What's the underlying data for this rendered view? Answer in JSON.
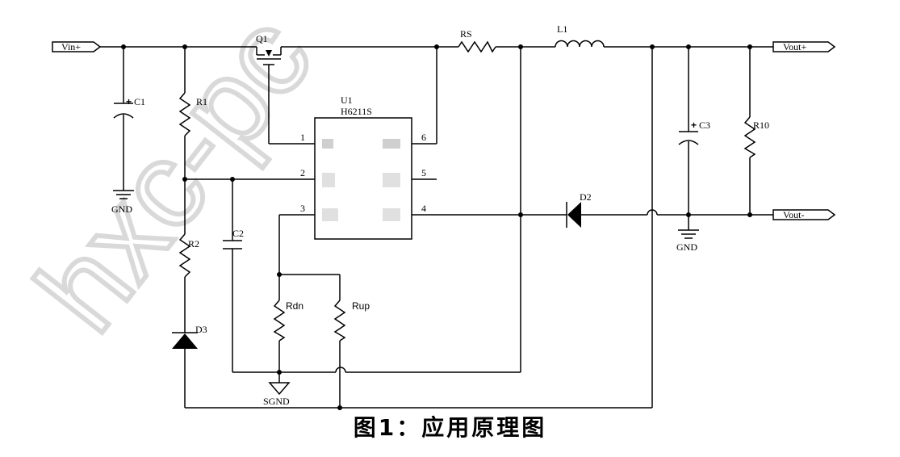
{
  "watermark": "hxc-pc",
  "caption": "图1：应用原理图",
  "ports": {
    "vin_plus": "Vin+",
    "vout_plus": "Vout+",
    "vout_minus": "Vout-"
  },
  "components": {
    "q1": "Q1",
    "rs": "RS",
    "l1": "L1",
    "c1": "C1",
    "r1": "R1",
    "u1": "U1",
    "u1_part": "H6211S",
    "c3": "C3",
    "r10": "R10",
    "d2": "D2",
    "r2": "R2",
    "c2": "C2",
    "rdn": "Rdn",
    "rup": "Rup",
    "d3": "D3"
  },
  "pins": {
    "p1": "1",
    "p2": "2",
    "p3": "3",
    "p4": "4",
    "p5": "5",
    "p6": "6"
  },
  "grounds": {
    "gnd_left": "GND",
    "gnd_right": "GND",
    "sgnd": "SGND"
  },
  "polarity": "+"
}
